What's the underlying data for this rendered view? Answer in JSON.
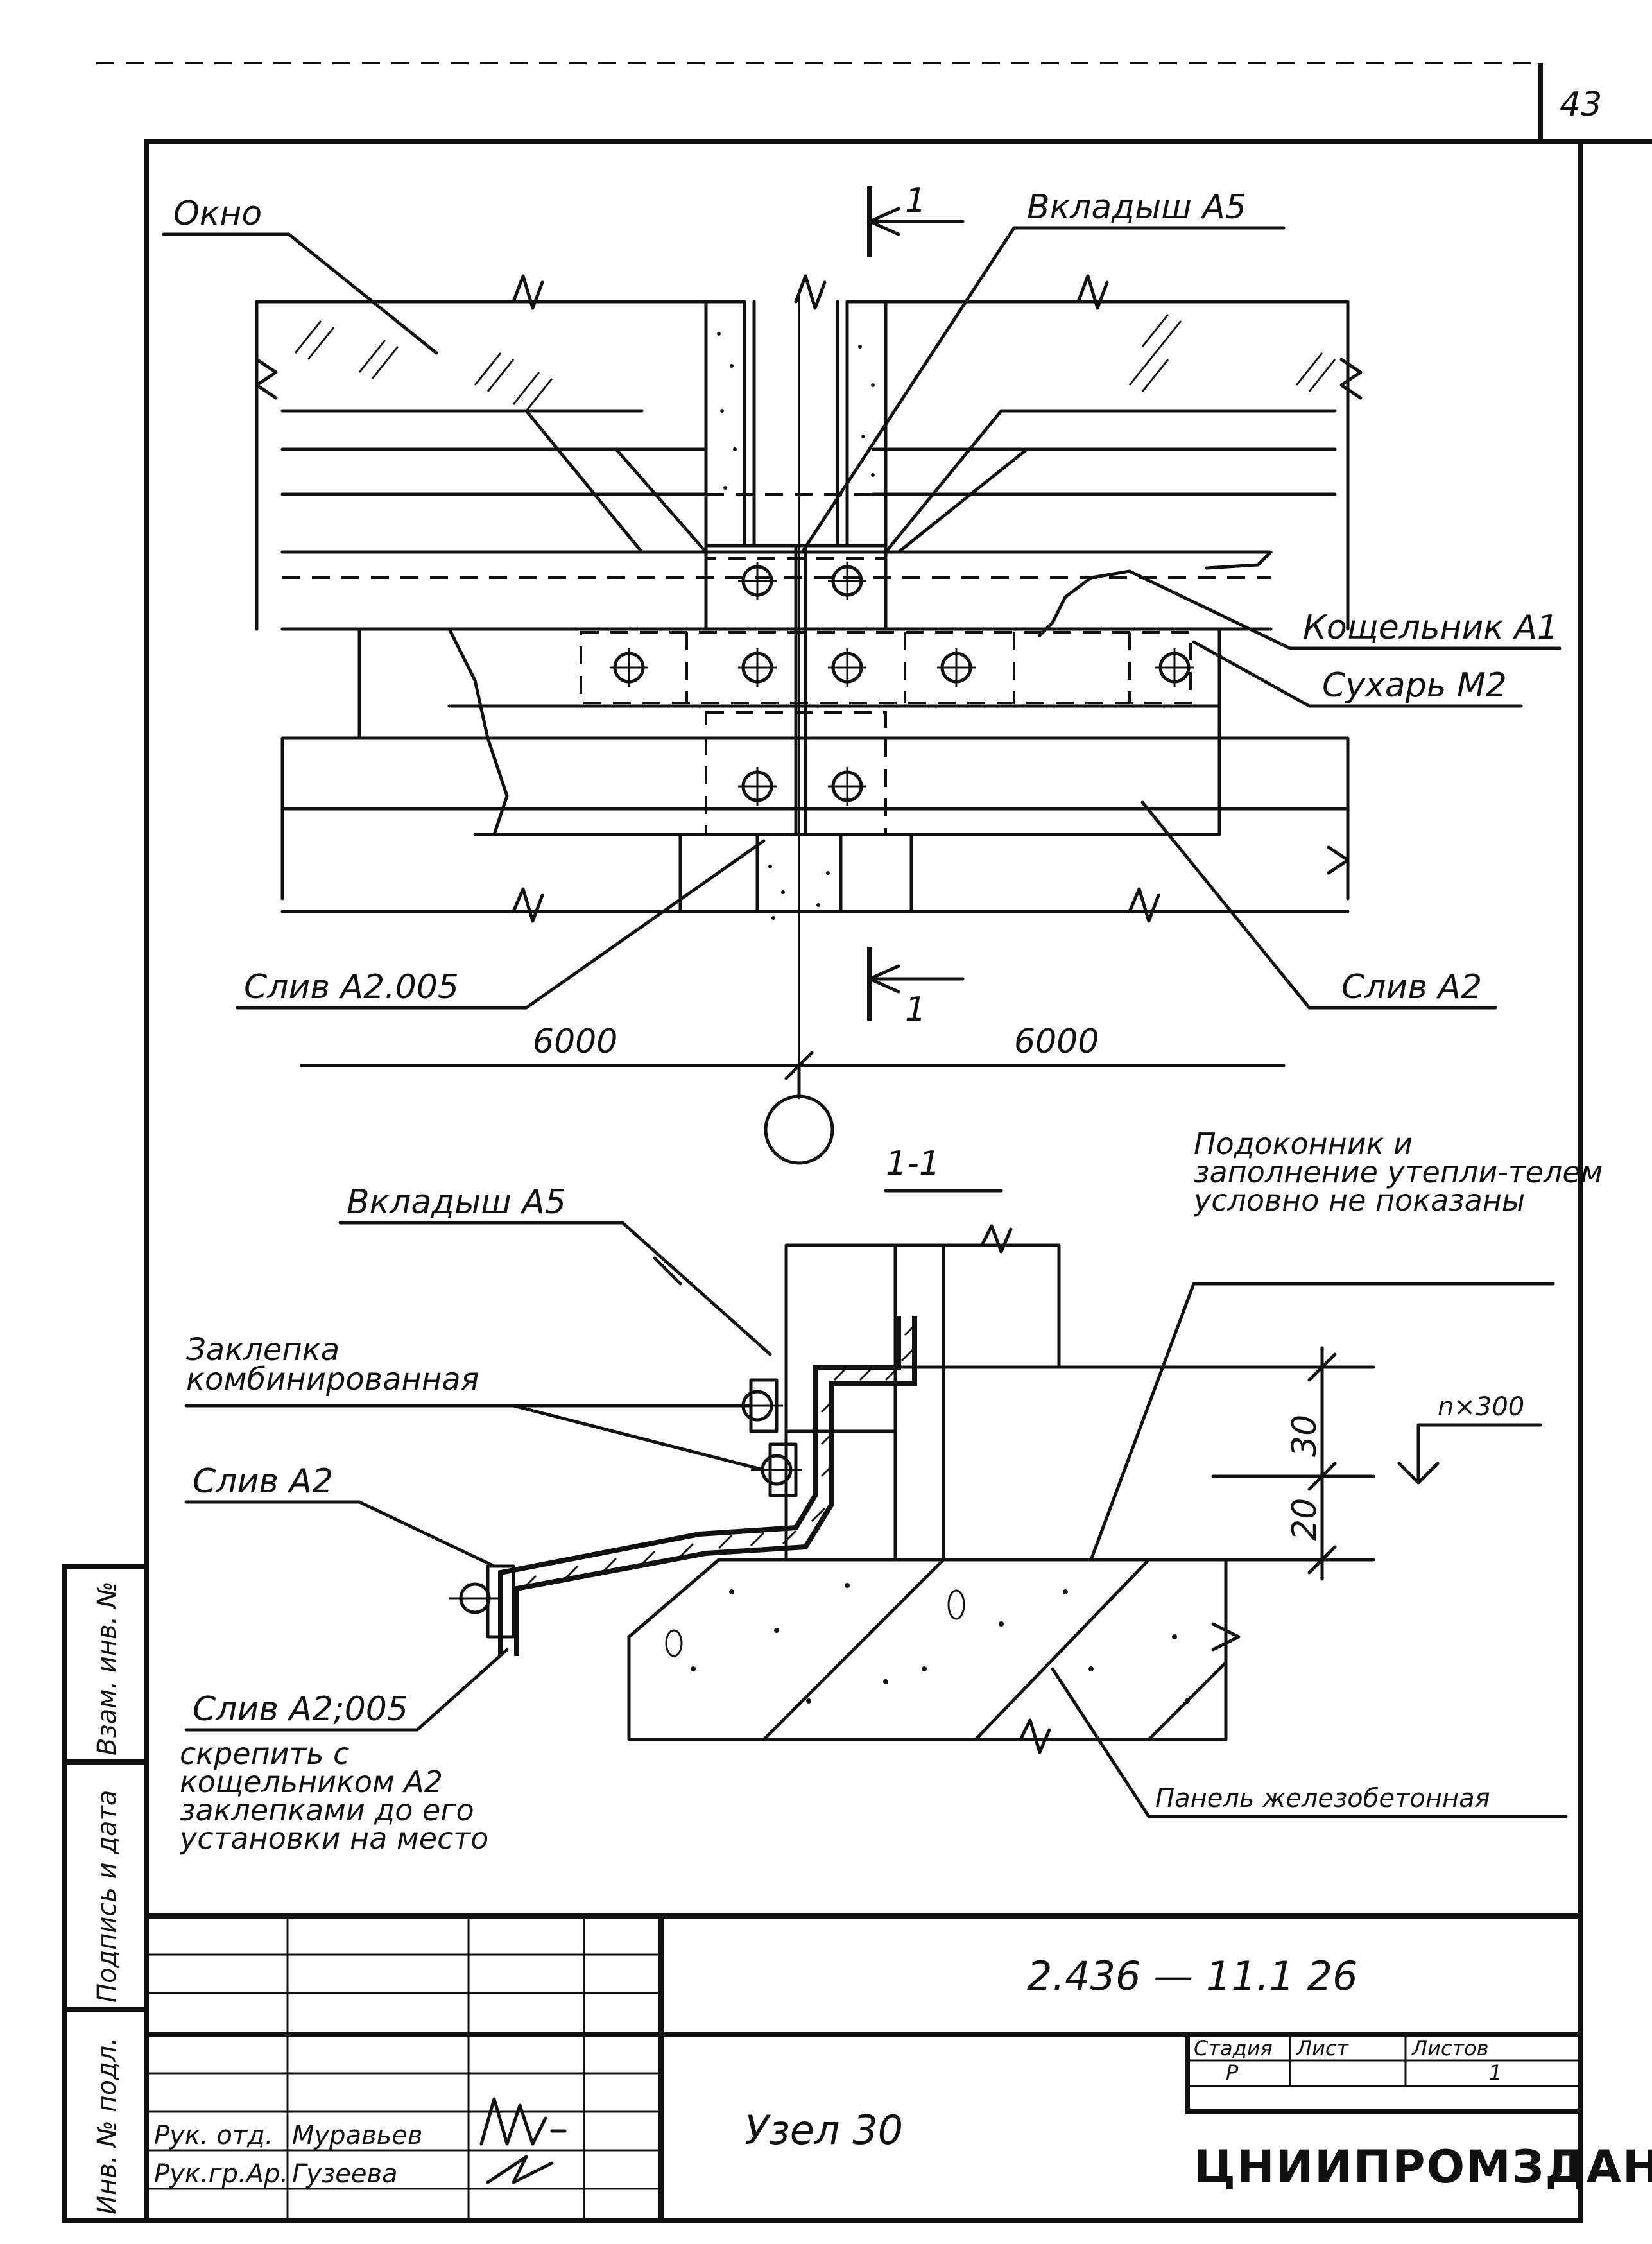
{
  "page_number": "43",
  "labels": {
    "window": "Окно",
    "insert_top": "Вкладыш А5",
    "section_mark_top": "1",
    "section_mark_bottom": "1",
    "bracket": "Кощельник А1",
    "cracker": "Сухарь М2",
    "drain_005_top": "Слив А2.005",
    "drain_right": "Слив А2",
    "dim_left": "6000",
    "dim_right": "6000",
    "section_title": "1-1",
    "note_sill": "Подоконник и заполнение утепли-телем условно не показаны",
    "insert_section": "Вкладыш А5",
    "rivet": "Заклепка комбинированная",
    "drain_section": "Слив А2",
    "dim_30": "30",
    "dim_20": "20",
    "dim_step": "n×300",
    "drain_005_bottom": "Слив А2;005",
    "note_fix": "скрепить с кощельником А2 заклепками до его установки на место",
    "panel": "Панель железобетонная"
  },
  "side_stamp": {
    "inv_no": "Инв. № подл.",
    "sign_date": "Подпись и дата",
    "replace_inv": "Взам. инв. №"
  },
  "title_block": {
    "doc_code": "2.436 — 11.1 26",
    "drawing_name": "Узел 30",
    "stage_header": "Стадия",
    "sheet_header": "Лист",
    "sheets_header": "Листов",
    "stage_value": "Р",
    "sheet_value": "",
    "sheets_value": "1",
    "organization": "ЦНИИПРОМЗДАНИЙ",
    "rows": [
      {
        "role": "Рук. отд.",
        "name": "Муравьев"
      },
      {
        "role": "Рук.гр.Ар.",
        "name": "Гузеева"
      }
    ]
  }
}
